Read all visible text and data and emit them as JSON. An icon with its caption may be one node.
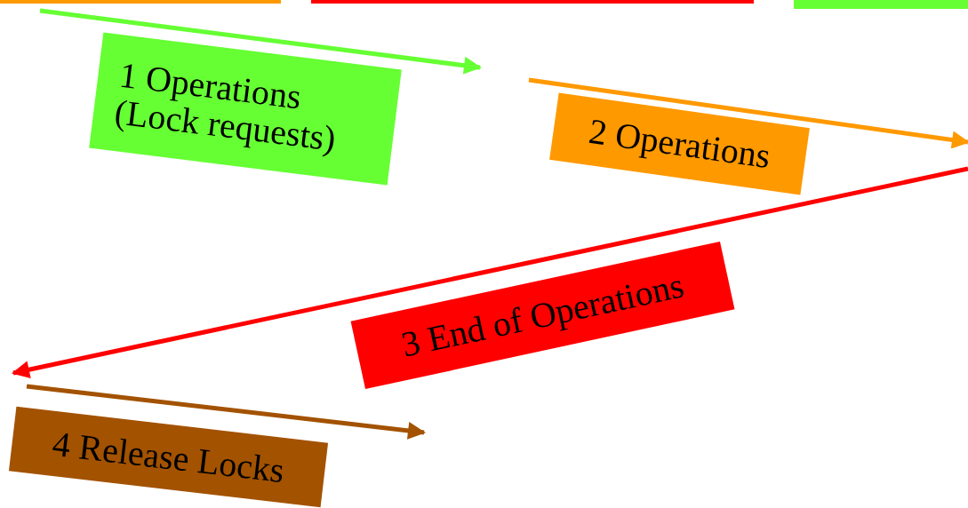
{
  "diagram": {
    "nodes": [
      {
        "text": [
          "1 Operations (Lock requests)"
        ]
      },
      {
        "text": [
          "2 Operations"
        ]
      },
      {
        "text": [
          "3 End of Operations"
        ]
      },
      {
        "text": [
          "4 Release Locks"
        ]
      }
    ]
  }
}
